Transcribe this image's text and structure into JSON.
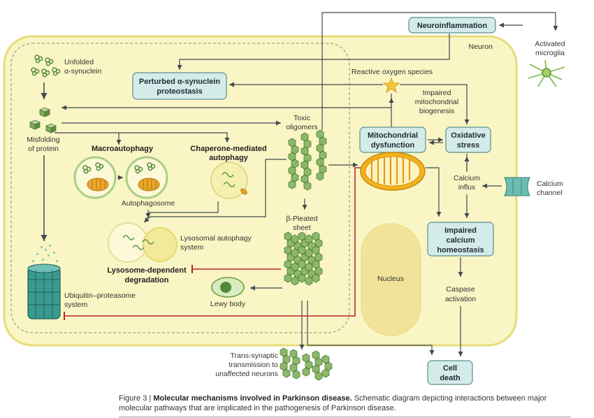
{
  "labels": {
    "neuron": "Neuron",
    "unfolded_1": "Unfolded",
    "unfolded_2": "α-synuclein",
    "misfolding_1": "Misfolding",
    "misfolding_2": "of protein",
    "macroautophagy": "Macroautophagy",
    "autophagosome": "Autophagosome",
    "cma_1": "Chaperone-mediated",
    "cma_2": "autophagy",
    "toxic_1": "Toxic",
    "toxic_2": "oligomers",
    "beta_1": "β-Pleated",
    "beta_2": "sheet",
    "lysosomal_1": "Lysosomal autophagy",
    "lysosomal_2": "system",
    "lysosome_dep_1": "Lysosome-dependent",
    "lysosome_dep_2": "degradation",
    "lewy": "Lewy body",
    "ups_1": "Ubiquitin–proteasome",
    "ups_2": "system",
    "ros": "Reactive oxygen species",
    "impaired_mito_1": "Impaired",
    "impaired_mito_2": "mitochondrial",
    "impaired_mito_3": "biogenesis",
    "calcium_influx_1": "Calcium",
    "calcium_influx_2": "influx",
    "calcium_channel_1": "Calcium",
    "calcium_channel_2": "channel",
    "activated_1": "Activated",
    "activated_2": "microglia",
    "nucleus": "Nucleus",
    "caspase_1": "Caspase",
    "caspase_2": "activation",
    "trans_1": "Trans-synaptic",
    "trans_2": "transmission to",
    "trans_3": "unaffected neurons"
  },
  "boxes": {
    "neuroinflammation": "Neuroinflammation",
    "perturbed_1": "Perturbed α-synuclein",
    "perturbed_2": "proteostasis",
    "mito_dys_1": "Mitochondrial",
    "mito_dys_2": "dysfunction",
    "oxidative_1": "Oxidative",
    "oxidative_2": "stress",
    "calcium_homeo_1": "Impaired",
    "calcium_homeo_2": "calcium",
    "calcium_homeo_3": "homeostasis",
    "cell_death_1": "Cell",
    "cell_death_2": "death"
  },
  "caption": {
    "figure": "Figure 3 |",
    "title": "Molecular mechanisms involved in Parkinson disease.",
    "text": "Schematic diagram depicting interactions between major molecular pathways that are implicated in the pathogenesis of Parkinson disease."
  },
  "colors": {
    "cell_fill": "#faf5c4",
    "cell_border": "#e6dd7a",
    "box_fill": "#d3ecea",
    "box_border": "#5d8f8c",
    "arrow": "#3f4a52",
    "inhibit": "#b7252c",
    "green": "#6e9b45",
    "teal": "#3a8f88",
    "orange": "#e8a020"
  }
}
